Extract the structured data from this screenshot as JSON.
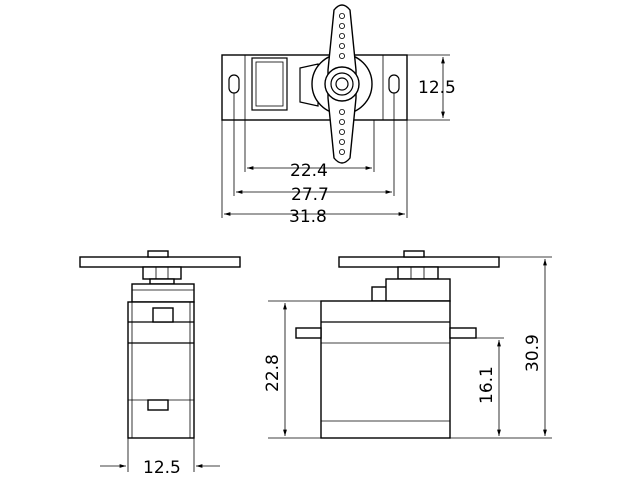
{
  "colors": {
    "line": "#000000",
    "background": "#ffffff"
  },
  "dimensions": {
    "top_height": "12.5",
    "inner_width": "22.4",
    "hole_spacing": "27.7",
    "overall_width": "31.8",
    "side_width": "12.5",
    "body_height": "22.8",
    "tab_height": "16.1",
    "overall_height": "30.9"
  }
}
